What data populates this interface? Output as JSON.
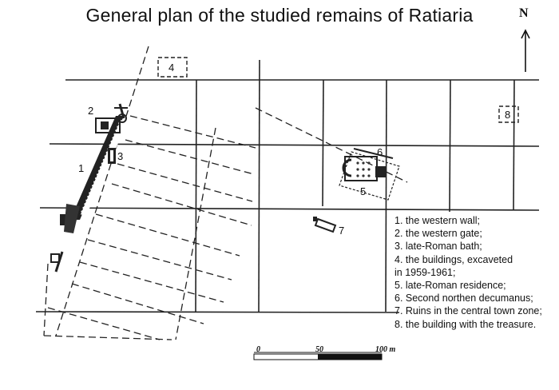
{
  "title": "General plan of the studied remains of Ratiaria",
  "north_label": "N",
  "markers": {
    "m1": "1",
    "m2": "2",
    "m3": "3",
    "m4": "4",
    "m5": "5",
    "m6": "6",
    "m7": "7",
    "m8": "8"
  },
  "legend": [
    "1. the western wall;",
    "2. the western gate;",
    "3. late-Roman bath;",
    "4. the buildings, excaveted",
    "in 1959-1961;",
    "5. late-Roman residence;",
    "6. Second northen decumanus;",
    "7. Ruins in the central town zone;",
    "8. the building with the treasure."
  ],
  "scale": {
    "label_0": "0",
    "label_50": "50",
    "label_100": "100 m"
  },
  "icons": {
    "north_arrow": "north-arrow-icon"
  }
}
